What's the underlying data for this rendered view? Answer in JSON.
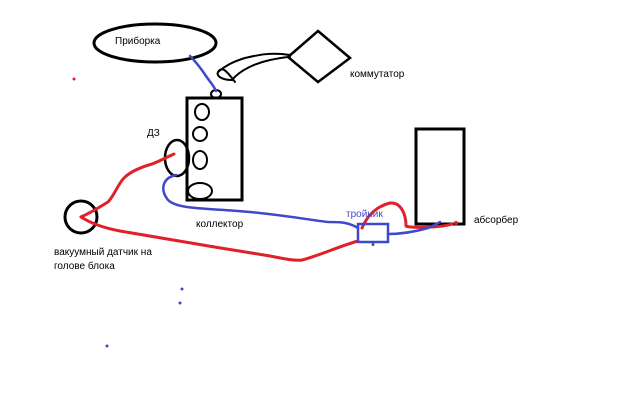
{
  "diagram": {
    "colors": {
      "black": "#000000",
      "blue": "#3f48cc",
      "red": "#e0202a"
    },
    "nodes": {
      "priborka": {
        "label": "Приборка"
      },
      "kommutator": {
        "label": "коммутатор"
      },
      "dz": {
        "label": "ДЗ"
      },
      "kollektor": {
        "label": "коллектор"
      },
      "troynik": {
        "label": "тройник"
      },
      "absorber": {
        "label": "абсорбер"
      },
      "vacuum_sensor": {
        "label_line1": "вакуумный датчик на",
        "label_line2": "голове блока"
      }
    }
  }
}
